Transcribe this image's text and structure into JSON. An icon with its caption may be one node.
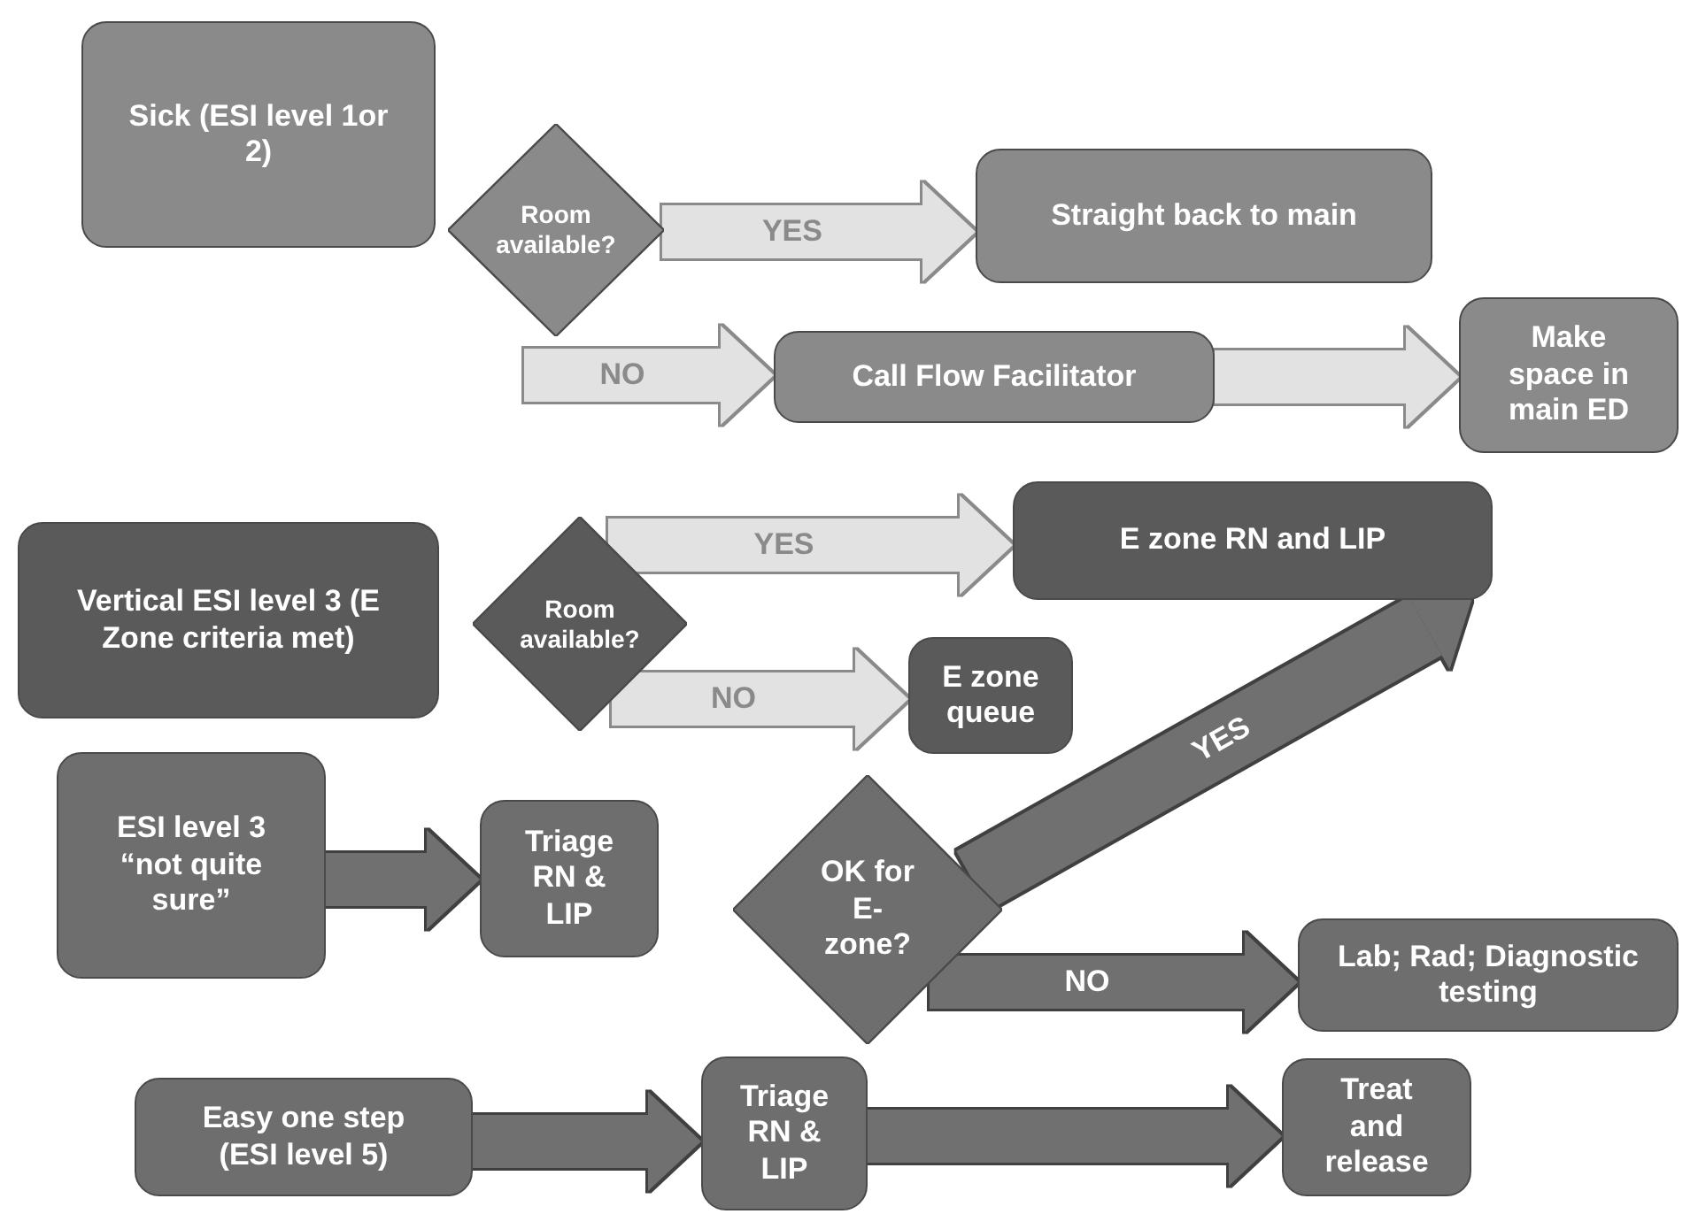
{
  "diagram": {
    "nodes": [
      {
        "text": [
          "Sick (ESI level 1or 2)"
        ]
      },
      {
        "text": [
          "Room available?"
        ]
      },
      {
        "text": [
          "Straight back to main"
        ]
      },
      {
        "text": [
          "Call Flow Facilitator"
        ]
      },
      {
        "text": [
          "Make space in main ED"
        ]
      },
      {
        "text": [
          "Vertical ESI level 3 (E Zone criteria met)"
        ]
      },
      {
        "text": [
          "Room available?"
        ]
      },
      {
        "text": [
          "E zone RN and LIP"
        ]
      },
      {
        "text": [
          "E zone queue"
        ]
      },
      {
        "text": [
          "ESI level 3 “not quite sure”"
        ]
      },
      {
        "text": [
          "Triage RN & LIP"
        ]
      },
      {
        "text": [
          "OK for E-zone?"
        ]
      },
      {
        "text": [
          "Lab; Rad; Diagnostic testing"
        ]
      },
      {
        "text": [
          "Easy one step (ESI level 5)"
        ]
      },
      {
        "text": [
          "Triage RN & LIP"
        ]
      },
      {
        "text": [
          "Treat and release"
        ]
      }
    ],
    "edges": [
      {
        "from": 1,
        "to": 2,
        "arrow": "to",
        "label": "YES"
      },
      {
        "from": null,
        "to": 3,
        "arrow": "to",
        "label": "NO"
      },
      {
        "from": 3,
        "to": 4,
        "arrow": "to"
      },
      {
        "from": 6,
        "to": 7,
        "arrow": "to",
        "label": "YES"
      },
      {
        "from": 6,
        "to": 8,
        "arrow": "to",
        "label": "NO"
      },
      {
        "from": 9,
        "to": 10,
        "arrow": "to",
        "color": "#6f6f6f"
      },
      {
        "from": 11,
        "to": 7,
        "arrow": "to",
        "label": "YES",
        "color": "#6f6f6f"
      },
      {
        "from": 11,
        "to": 12,
        "arrow": "to",
        "label": "NO",
        "color": "#6f6f6f"
      },
      {
        "from": 13,
        "to": 14,
        "arrow": "to",
        "color": "#6f6f6f"
      },
      {
        "from": 14,
        "to": 15,
        "arrow": "to",
        "color": "#6f6f6f"
      }
    ]
  }
}
